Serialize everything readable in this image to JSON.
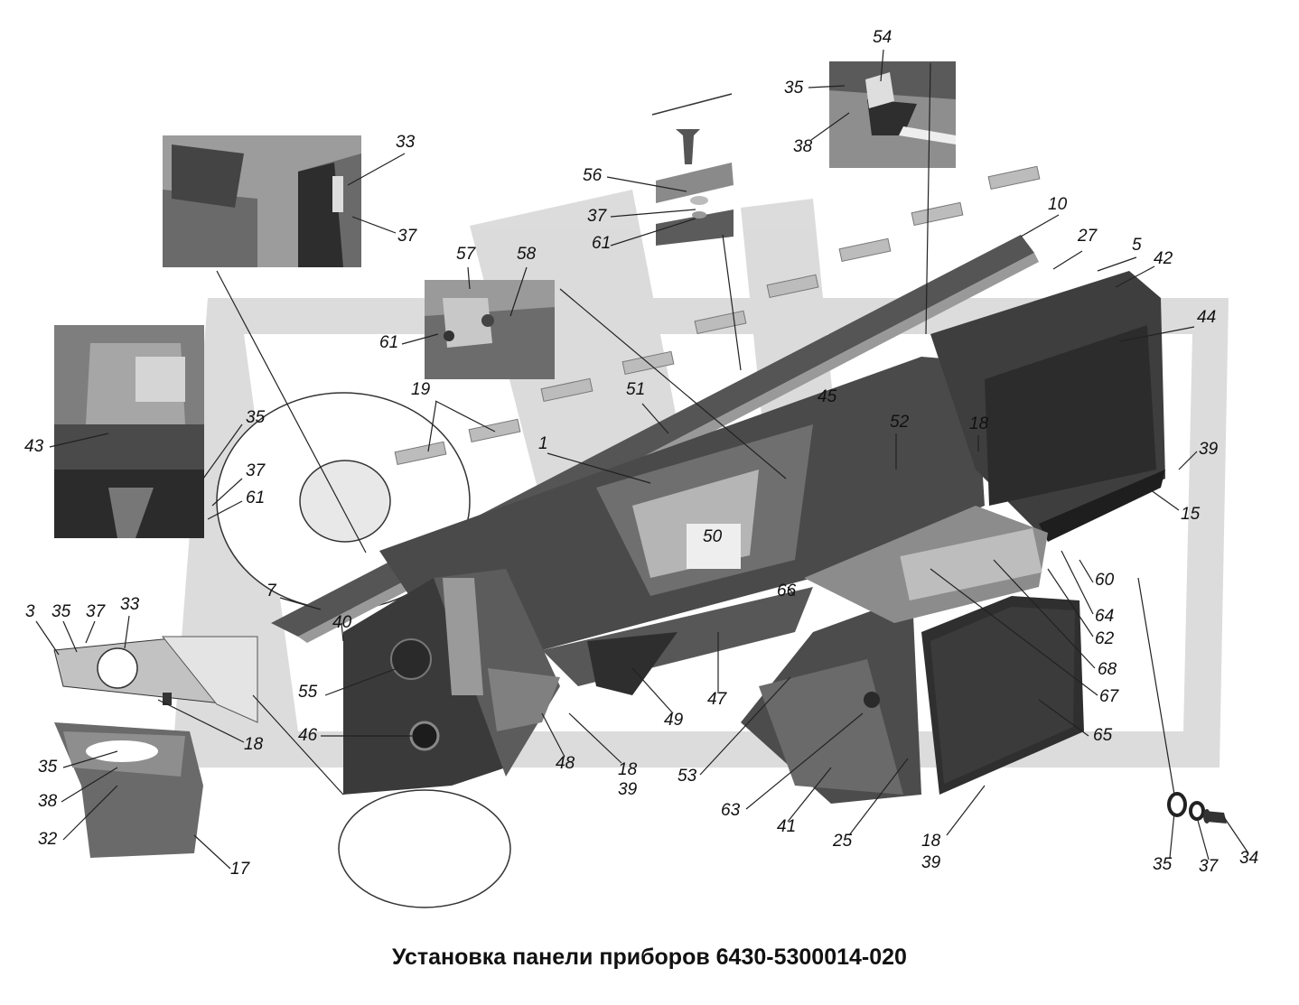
{
  "caption": "Установка панели приборов 6430-5300014-020",
  "colors": {
    "background": "#ffffff",
    "watermark": "#cfcfcf",
    "part_fill": "#3a3a3a",
    "part_mid": "#6e6e6e",
    "part_light": "#a9a9a9",
    "leader": "#222222"
  },
  "callouts": [
    "54",
    "35",
    "38",
    "33",
    "37",
    "56",
    "37",
    "61",
    "10",
    "27",
    "5",
    "42",
    "44",
    "57",
    "58",
    "61",
    "19",
    "51",
    "45",
    "52",
    "18",
    "39",
    "15",
    "43",
    "35",
    "37",
    "61",
    "1",
    "50",
    "60",
    "64",
    "62",
    "68",
    "67",
    "65",
    "7",
    "40",
    "66",
    "3",
    "35",
    "37",
    "33",
    "55",
    "47",
    "49",
    "18",
    "46",
    "35",
    "38",
    "32",
    "17",
    "48",
    "18",
    "39",
    "53",
    "63",
    "41",
    "25",
    "18",
    "39",
    "35",
    "37",
    "34"
  ]
}
